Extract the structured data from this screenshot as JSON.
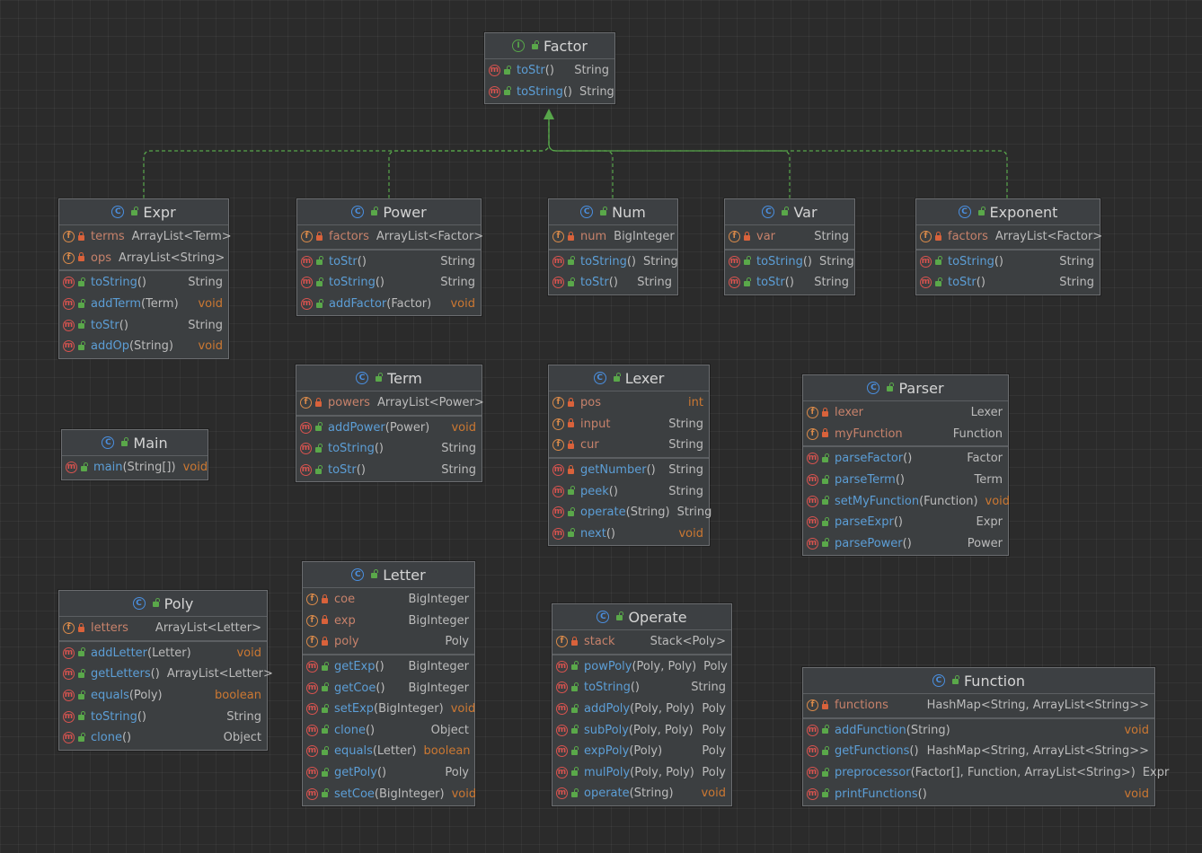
{
  "classes": [
    {
      "id": "factor",
      "name": "Factor",
      "kind": "interface",
      "fields": [],
      "methods": [
        {
          "name": "toStr",
          "params": "()",
          "type": "String"
        },
        {
          "name": "toString",
          "params": "()",
          "type": "String"
        }
      ]
    },
    {
      "id": "expr",
      "name": "Expr",
      "kind": "class",
      "fields": [
        {
          "name": "terms",
          "type": "ArrayList<Term>"
        },
        {
          "name": "ops",
          "type": "ArrayList<String>"
        }
      ],
      "methods": [
        {
          "name": "toString",
          "params": "()",
          "type": "String"
        },
        {
          "name": "addTerm",
          "params": "(Term)",
          "type": "void"
        },
        {
          "name": "toStr",
          "params": "()",
          "type": "String"
        },
        {
          "name": "addOp",
          "params": "(String)",
          "type": "void"
        }
      ]
    },
    {
      "id": "power",
      "name": "Power",
      "kind": "class",
      "fields": [
        {
          "name": "factors",
          "type": "ArrayList<Factor>"
        }
      ],
      "methods": [
        {
          "name": "toStr",
          "params": "()",
          "type": "String"
        },
        {
          "name": "toString",
          "params": "()",
          "type": "String"
        },
        {
          "name": "addFactor",
          "params": "(Factor)",
          "type": "void"
        }
      ]
    },
    {
      "id": "num",
      "name": "Num",
      "kind": "class",
      "fields": [
        {
          "name": "num",
          "type": "BigInteger"
        }
      ],
      "methods": [
        {
          "name": "toString",
          "params": "()",
          "type": "String"
        },
        {
          "name": "toStr",
          "params": "()",
          "type": "String"
        }
      ]
    },
    {
      "id": "var",
      "name": "Var",
      "kind": "class",
      "fields": [
        {
          "name": "var",
          "type": "String"
        }
      ],
      "methods": [
        {
          "name": "toString",
          "params": "()",
          "type": "String"
        },
        {
          "name": "toStr",
          "params": "()",
          "type": "String"
        }
      ]
    },
    {
      "id": "exponent",
      "name": "Exponent",
      "kind": "class",
      "fields": [
        {
          "name": "factors",
          "type": "ArrayList<Factor>"
        }
      ],
      "methods": [
        {
          "name": "toString",
          "params": "()",
          "type": "String"
        },
        {
          "name": "toStr",
          "params": "()",
          "type": "String"
        }
      ]
    },
    {
      "id": "term",
      "name": "Term",
      "kind": "class",
      "fields": [
        {
          "name": "powers",
          "type": "ArrayList<Power>"
        }
      ],
      "methods": [
        {
          "name": "addPower",
          "params": "(Power)",
          "type": "void"
        },
        {
          "name": "toString",
          "params": "()",
          "type": "String"
        },
        {
          "name": "toStr",
          "params": "()",
          "type": "String"
        }
      ]
    },
    {
      "id": "lexer",
      "name": "Lexer",
      "kind": "class",
      "fields": [
        {
          "name": "pos",
          "type": "int"
        },
        {
          "name": "input",
          "type": "String"
        },
        {
          "name": "cur",
          "type": "String"
        }
      ],
      "methods": [
        {
          "name": "getNumber",
          "params": "()",
          "type": "String",
          "private": true
        },
        {
          "name": "peek",
          "params": "()",
          "type": "String"
        },
        {
          "name": "operate",
          "params": "(String)",
          "type": "String"
        },
        {
          "name": "next",
          "params": "()",
          "type": "void"
        }
      ]
    },
    {
      "id": "parser",
      "name": "Parser",
      "kind": "class",
      "fields": [
        {
          "name": "lexer",
          "type": "Lexer"
        },
        {
          "name": "myFunction",
          "type": "Function"
        }
      ],
      "methods": [
        {
          "name": "parseFactor",
          "params": "()",
          "type": "Factor"
        },
        {
          "name": "parseTerm",
          "params": "()",
          "type": "Term"
        },
        {
          "name": "setMyFunction",
          "params": "(Function)",
          "type": "void"
        },
        {
          "name": "parseExpr",
          "params": "()",
          "type": "Expr"
        },
        {
          "name": "parsePower",
          "params": "()",
          "type": "Power"
        }
      ]
    },
    {
      "id": "main",
      "name": "Main",
      "kind": "class",
      "fields": [],
      "methods": [
        {
          "name": "main",
          "params": "(String[])",
          "type": "void"
        }
      ]
    },
    {
      "id": "poly",
      "name": "Poly",
      "kind": "class",
      "fields": [
        {
          "name": "letters",
          "type": "ArrayList<Letter>"
        }
      ],
      "methods": [
        {
          "name": "addLetter",
          "params": "(Letter)",
          "type": "void"
        },
        {
          "name": "getLetters",
          "params": "()",
          "type": "ArrayList<Letter>"
        },
        {
          "name": "equals",
          "params": "(Poly)",
          "type": "boolean"
        },
        {
          "name": "toString",
          "params": "()",
          "type": "String"
        },
        {
          "name": "clone",
          "params": "()",
          "type": "Object"
        }
      ]
    },
    {
      "id": "letter",
      "name": "Letter",
      "kind": "class",
      "fields": [
        {
          "name": "coe",
          "type": "BigInteger"
        },
        {
          "name": "exp",
          "type": "BigInteger"
        },
        {
          "name": "poly",
          "type": "Poly"
        }
      ],
      "methods": [
        {
          "name": "getExp",
          "params": "()",
          "type": "BigInteger"
        },
        {
          "name": "getCoe",
          "params": "()",
          "type": "BigInteger"
        },
        {
          "name": "setExp",
          "params": "(BigInteger)",
          "type": "void"
        },
        {
          "name": "clone",
          "params": "()",
          "type": "Object"
        },
        {
          "name": "equals",
          "params": "(Letter)",
          "type": "boolean"
        },
        {
          "name": "getPoly",
          "params": "()",
          "type": "Poly"
        },
        {
          "name": "setCoe",
          "params": "(BigInteger)",
          "type": "void"
        }
      ]
    },
    {
      "id": "operate",
      "name": "Operate",
      "kind": "class",
      "fields": [
        {
          "name": "stack",
          "type": "Stack<Poly>"
        }
      ],
      "methods": [
        {
          "name": "powPoly",
          "params": "(Poly, Poly)",
          "type": "Poly"
        },
        {
          "name": "toString",
          "params": "()",
          "type": "String"
        },
        {
          "name": "addPoly",
          "params": "(Poly, Poly)",
          "type": "Poly"
        },
        {
          "name": "subPoly",
          "params": "(Poly, Poly)",
          "type": "Poly"
        },
        {
          "name": "expPoly",
          "params": "(Poly)",
          "type": "Poly"
        },
        {
          "name": "mulPoly",
          "params": "(Poly, Poly)",
          "type": "Poly"
        },
        {
          "name": "operate",
          "params": "(String)",
          "type": "void"
        }
      ]
    },
    {
      "id": "function",
      "name": "Function",
      "kind": "class",
      "fields": [
        {
          "name": "functions",
          "type": "HashMap<String, ArrayList<String>>"
        }
      ],
      "methods": [
        {
          "name": "addFunction",
          "params": "(String)",
          "type": "void"
        },
        {
          "name": "getFunctions",
          "params": "()",
          "type": "HashMap<String, ArrayList<String>>"
        },
        {
          "name": "preprocessor",
          "params": "(Factor[], Function, ArrayList<String>)",
          "type": "Expr"
        },
        {
          "name": "printFunctions",
          "params": "()",
          "type": "void"
        }
      ]
    }
  ],
  "relations": [
    {
      "from": "expr",
      "to": "factor",
      "kind": "implements"
    },
    {
      "from": "power",
      "to": "factor",
      "kind": "implements"
    },
    {
      "from": "num",
      "to": "factor",
      "kind": "implements"
    },
    {
      "from": "var",
      "to": "factor",
      "kind": "implements"
    },
    {
      "from": "exponent",
      "to": "factor",
      "kind": "implements"
    }
  ],
  "colors": {
    "background": "#2b2b2b",
    "method_name": "#5c9ed6",
    "field_name": "#c7826b",
    "keyword_type": "#cc7832",
    "implements_line": "#57a64a"
  }
}
